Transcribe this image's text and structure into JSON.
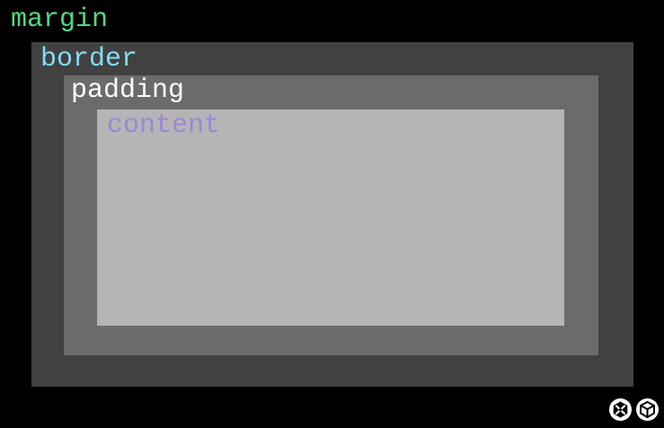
{
  "labels": {
    "margin": "margin",
    "border": "border",
    "padding": "padding",
    "content": "content"
  },
  "colors": {
    "background": "#000000",
    "border_fill": "#414141",
    "padding_fill": "#6b6b6b",
    "content_fill": "#b5b5b5",
    "margin_text": "#52d985",
    "border_text": "#84dcf5",
    "padding_text": "#ffffff",
    "content_text": "#9c86d6"
  },
  "icons": [
    "tools-hexagon-icon",
    "box-3d-icon"
  ]
}
